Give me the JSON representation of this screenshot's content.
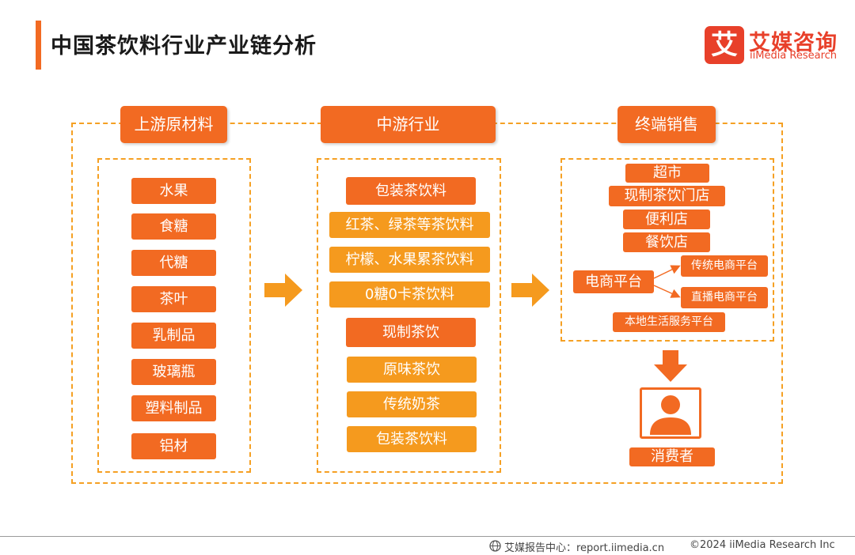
{
  "title": "中国茶饮料行业产业链分析",
  "logo": {
    "mark": "艾",
    "name_cn": "艾媒咨询",
    "name_en": "iiMedia Research"
  },
  "upstream": {
    "header": "上游原材料",
    "items": [
      "水果",
      "食糖",
      "代糖",
      "茶叶",
      "乳制品",
      "玻璃瓶",
      "塑料制品",
      "铝材"
    ]
  },
  "midstream": {
    "header": "中游行业",
    "packaged": {
      "label": "包装茶饮料",
      "subs": [
        "红茶、绿茶等茶饮料",
        "柠檬、水果累茶饮料",
        "0糖0卡茶饮料"
      ]
    },
    "fresh": {
      "label": "现制茶饮",
      "subs": [
        "原味茶饮",
        "传统奶茶",
        "包装茶饮料"
      ]
    }
  },
  "terminal": {
    "header": "终端销售",
    "channels": [
      "超市",
      "现制茶饮门店",
      "便利店",
      "餐饮店"
    ],
    "ecommerce": {
      "label": "电商平台",
      "subs": [
        "传统电商平台",
        "直播电商平台"
      ]
    },
    "local": "本地生活服务平台",
    "consumer": "消费者"
  },
  "footer": {
    "source": "艾媒报告中心：report.iimedia.cn",
    "copyright": "©2024  iiMedia Research Inc"
  },
  "colors": {
    "dark_orange": "#f26a22",
    "light_orange": "#f59a1e",
    "dash": "#f5a023",
    "logo_red": "#e8402a"
  }
}
